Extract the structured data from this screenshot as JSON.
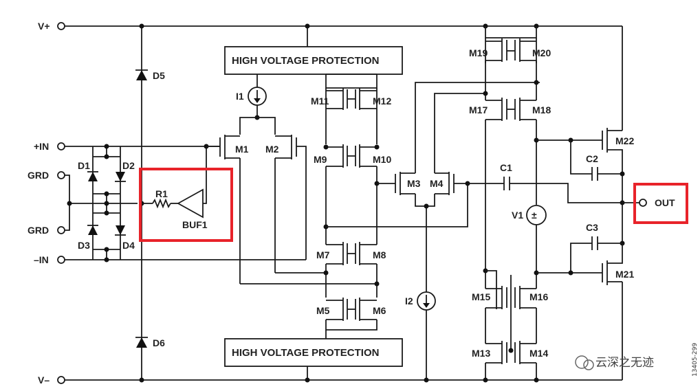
{
  "pins": {
    "vplus": "V+",
    "vminus": "V–",
    "in_plus": "+IN",
    "in_minus": "–IN",
    "grd_top": "GRD",
    "grd_bottom": "GRD",
    "out": "OUT"
  },
  "blocks": {
    "hv_top": "HIGH VOLTAGE PROTECTION",
    "hv_bottom": "HIGH VOLTAGE PROTECTION",
    "buffer": "BUF1"
  },
  "components": {
    "d1": "D1",
    "d2": "D2",
    "d3": "D3",
    "d4": "D4",
    "d5": "D5",
    "d6": "D6",
    "r1": "R1",
    "i1": "I1",
    "i2": "I2",
    "c1": "C1",
    "c2": "C2",
    "c3": "C3",
    "v1": "V1",
    "m1": "M1",
    "m2": "M2",
    "m3": "M3",
    "m4": "M4",
    "m5": "M5",
    "m6": "M6",
    "m7": "M7",
    "m8": "M8",
    "m9": "M9",
    "m10": "M10",
    "m11": "M11",
    "m12": "M12",
    "m13": "M13",
    "m14": "M14",
    "m15": "M15",
    "m16": "M16",
    "m17": "M17",
    "m18": "M18",
    "m19": "M19",
    "m20": "M20",
    "m21": "M21",
    "m22": "M22"
  },
  "figure_id": "13405-299",
  "watermark": "云深之无迹",
  "highlight_color": "#e8232a"
}
